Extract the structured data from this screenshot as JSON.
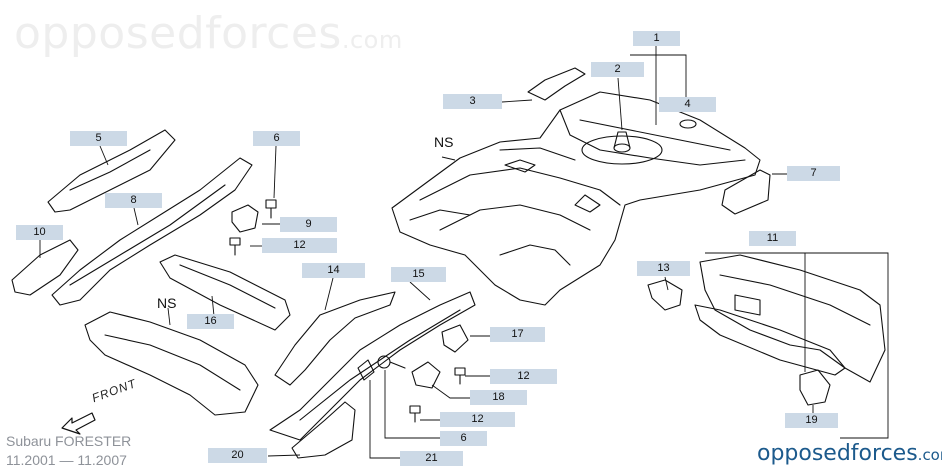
{
  "watermark": {
    "name": "opposedforces",
    "domain": ".com"
  },
  "brand": {
    "name": "opposedforces",
    "domain": ".com"
  },
  "vehicle": {
    "model": "Subaru FORESTER",
    "dates": "11.2001 — 11.2007"
  },
  "front_label": "FRONT",
  "ns_labels": [
    "NS",
    "NS"
  ],
  "callouts": {
    "c1": "1",
    "c2": "2",
    "c3": "3",
    "c4": "4",
    "c5": "5",
    "c6a": "6",
    "c6b": "6",
    "c7": "7",
    "c8": "8",
    "c9": "9",
    "c10": "10",
    "c11": "11",
    "c12a": "12",
    "c12b": "12",
    "c12c": "12",
    "c13": "13",
    "c14": "14",
    "c15": "15",
    "c16": "16",
    "c17": "17",
    "c18": "18",
    "c19": "19",
    "c20": "20",
    "c21": "21"
  },
  "colors": {
    "callout_bg": "#ccd9e6",
    "brand": "#1c5a8c",
    "caption": "#8e9299"
  }
}
